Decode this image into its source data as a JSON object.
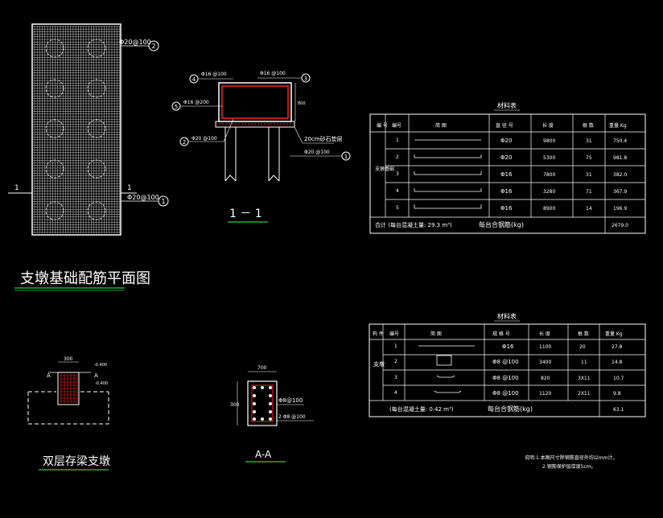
{
  "plan": {
    "title": "支墩基础配筋平面图",
    "callout_top": "Φ20@100",
    "callout_top_num": "2",
    "callout_mid": "Φ20@100",
    "callout_mid_num": "1",
    "section_mark": "1"
  },
  "section_11": {
    "title": "1 － 1",
    "labels": [
      {
        "num": "4",
        "text": "Φ16 @100"
      },
      {
        "num": "3",
        "text": "Φ16 @100"
      },
      {
        "num": "5",
        "text": "Φ16 @200"
      },
      {
        "num": "2",
        "text": "Φ20 @100"
      },
      {
        "num": "1",
        "text": "Φ20 @100"
      }
    ],
    "cushion": "20cm砂石垫层",
    "height_dim": "800"
  },
  "table1": {
    "title": "材料表",
    "headers": [
      "编 号",
      "编号",
      "简     图",
      "直 径 号",
      "长 度",
      "根 数",
      "重量  Kg"
    ],
    "group": "支墩基础",
    "rows": [
      {
        "no": "1",
        "dia": "Φ20",
        "len": "9800",
        "count": "31",
        "weight": "750.4"
      },
      {
        "no": "2",
        "dia": "Φ20",
        "len": "5300",
        "count": "75",
        "weight": "981.8"
      },
      {
        "no": "3",
        "dia": "Φ16",
        "len": "7800",
        "count": "31",
        "weight": "382.0"
      },
      {
        "no": "4",
        "dia": "Φ16",
        "len": "3280",
        "count": "71",
        "weight": "367.9"
      },
      {
        "no": "5",
        "dia": "Φ16",
        "len": "8900",
        "count": "14",
        "weight": "196.9"
      }
    ],
    "footer_left": "合计    (每台混凝土量: 29.3 m³)",
    "footer_mid": "每台合钢筋(kg)",
    "footer_total": "2679.0"
  },
  "table2": {
    "title": "材料表",
    "headers": [
      "构 件",
      "编号",
      "简     图",
      "规 格 号",
      "长 度",
      "根 数",
      "重量  Kg"
    ],
    "group": "支墩",
    "rows": [
      {
        "no": "1",
        "dia": "Φ16",
        "len": "1100",
        "count": "20",
        "weight": "27.8"
      },
      {
        "no": "2",
        "dia": "Φ8 @100",
        "len": "3400",
        "count": "11",
        "weight": "14.8"
      },
      {
        "no": "3",
        "dia": "Φ8 @100",
        "len": "820",
        "count": "3X11",
        "weight": "10.7"
      },
      {
        "no": "4",
        "dia": "Φ8 @100",
        "len": "1120",
        "count": "2X11",
        "weight": "9.8"
      }
    ],
    "footer_left": "(每台混凝土量: 0.42 m³)",
    "footer_mid": "每台合钢筋(kg)",
    "footer_total": "63.1"
  },
  "pier": {
    "title": "双层存梁支墩",
    "dim_top": "300",
    "level_right": "-0.400",
    "level_left": "-0.400",
    "section_mark": "A"
  },
  "section_aa": {
    "title": "A-A",
    "dim_top": "700",
    "dim_left": "300",
    "label": "Φ8@100",
    "label_bottom": "2 Φ8 @100"
  },
  "notes": {
    "line1": "说明:1.本图尺寸除钢筋直径外均以mm计。",
    "line2": "2.钢筋保护层厚度5cm。"
  },
  "colors": {
    "line": "#ffffff",
    "rebar": "#ff2020",
    "title_underline": "#2ecc40",
    "leader": "#33cc33",
    "circle": "#ffffff"
  }
}
